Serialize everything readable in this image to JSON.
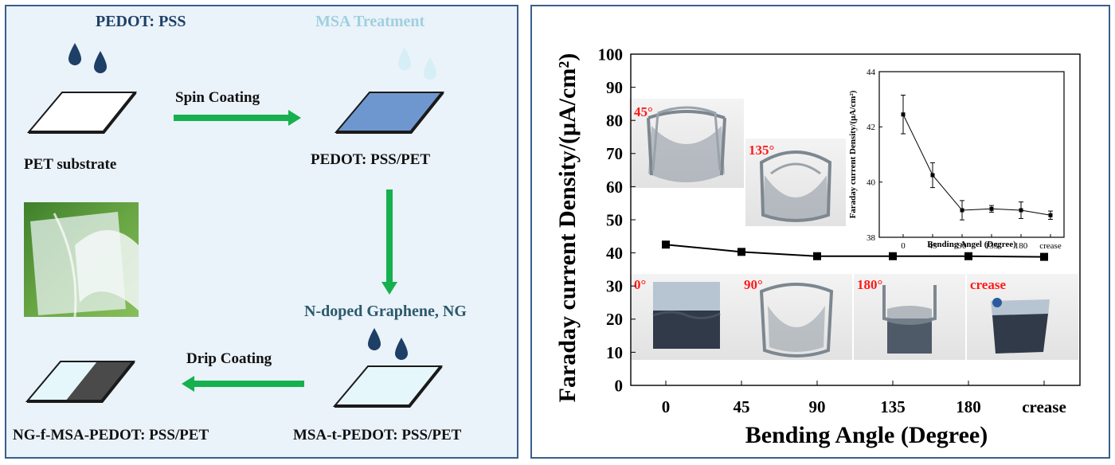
{
  "schematic": {
    "pedot_pss_label": "PEDOT: PSS",
    "msa_label": "MSA Treatment",
    "spin_coating_label": "Spin Coating",
    "pet_substrate_label": "PET substrate",
    "pedot_pss_pet_label": "PEDOT: PSS/PET",
    "ng_label": "N-doped Graphene, NG",
    "drip_coating_label": "Drip Coating",
    "ng_f_label": "NG-f-MSA-PEDOT: PSS/PET",
    "msa_t_label": "MSA-t-PEDOT: PSS/PET"
  },
  "colors": {
    "frame": "#3a5f8a",
    "arrow": "#16b04e",
    "drop_dark": "#1e3f66",
    "drop_light": "#d6eef5",
    "film_blue": "#6f97cf",
    "film_dark": "#4a4a4a",
    "film_light": "#e6f7fb",
    "angle_label": "#ff1a1a"
  },
  "chart_data": [
    {
      "type": "line",
      "x": [
        "0",
        "45",
        "90",
        "135",
        "180",
        "crease"
      ],
      "series": [
        {
          "values": [
            42.5,
            40.3,
            39.0,
            39.0,
            39.0,
            38.8
          ]
        }
      ],
      "xlabel": "Bending Angle (Degree)",
      "ylabel": "Faraday current Density/(μA/cm²)",
      "ylim": [
        0,
        100
      ],
      "yticks": [
        0,
        10,
        20,
        30,
        40,
        50,
        60,
        70,
        80,
        90,
        100
      ],
      "grid": false,
      "photo_labels": [
        "45°",
        "135°",
        "0°",
        "90°",
        "180°",
        "crease"
      ]
    },
    {
      "type": "line",
      "x": [
        "0",
        "45",
        "90",
        "135",
        "180",
        "crease"
      ],
      "series": [
        {
          "values": [
            42.45,
            40.25,
            38.98,
            39.03,
            38.98,
            38.8
          ],
          "errors": [
            0.7,
            0.45,
            0.35,
            0.12,
            0.3,
            0.15
          ]
        }
      ],
      "xlabel": "Bending Angel (Degree)",
      "ylabel": "Faraday current Density/(μA/cm²)",
      "ylim": [
        38,
        44
      ],
      "yticks": [
        38,
        40,
        42,
        44
      ],
      "grid": false
    }
  ]
}
